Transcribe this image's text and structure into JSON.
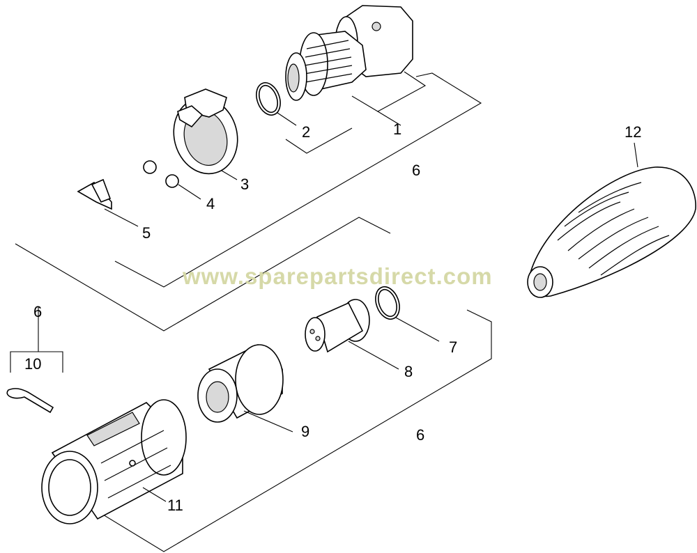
{
  "watermark": {
    "text": "www.sparepartsdirect.com",
    "color": "#d6d9a8"
  },
  "labels": {
    "p1": "1",
    "p2": "2",
    "p3": "3",
    "p4": "4",
    "p5": "5",
    "p6_top": "6",
    "p6_left": "6",
    "p6_bottom": "6",
    "p7": "7",
    "p8": "8",
    "p9": "9",
    "p10": "10",
    "p11": "11",
    "p12": "12"
  }
}
